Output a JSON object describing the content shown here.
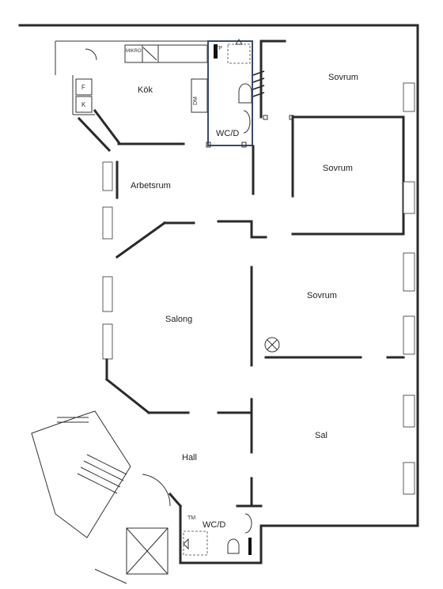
{
  "rooms": {
    "kok": "Kök",
    "wc_d_upper": "WC/D",
    "sovrum_1": "Sovrum",
    "sovrum_2": "Sovrum",
    "sovrum_3": "Sovrum",
    "arbetsrum": "Arbetsrum",
    "salong": "Salong",
    "sal": "Sal",
    "hall": "Hall",
    "wc_d_lower": "WC/D"
  },
  "fixtures": {
    "mikro": "MIKRO",
    "tp": "TP",
    "tm": "TM",
    "f": "F",
    "k": "K",
    "dm": "DM"
  },
  "colors": {
    "wall": "#2a2a2a",
    "background": "#ffffff",
    "wc_frame": "#3a4a6a"
  }
}
